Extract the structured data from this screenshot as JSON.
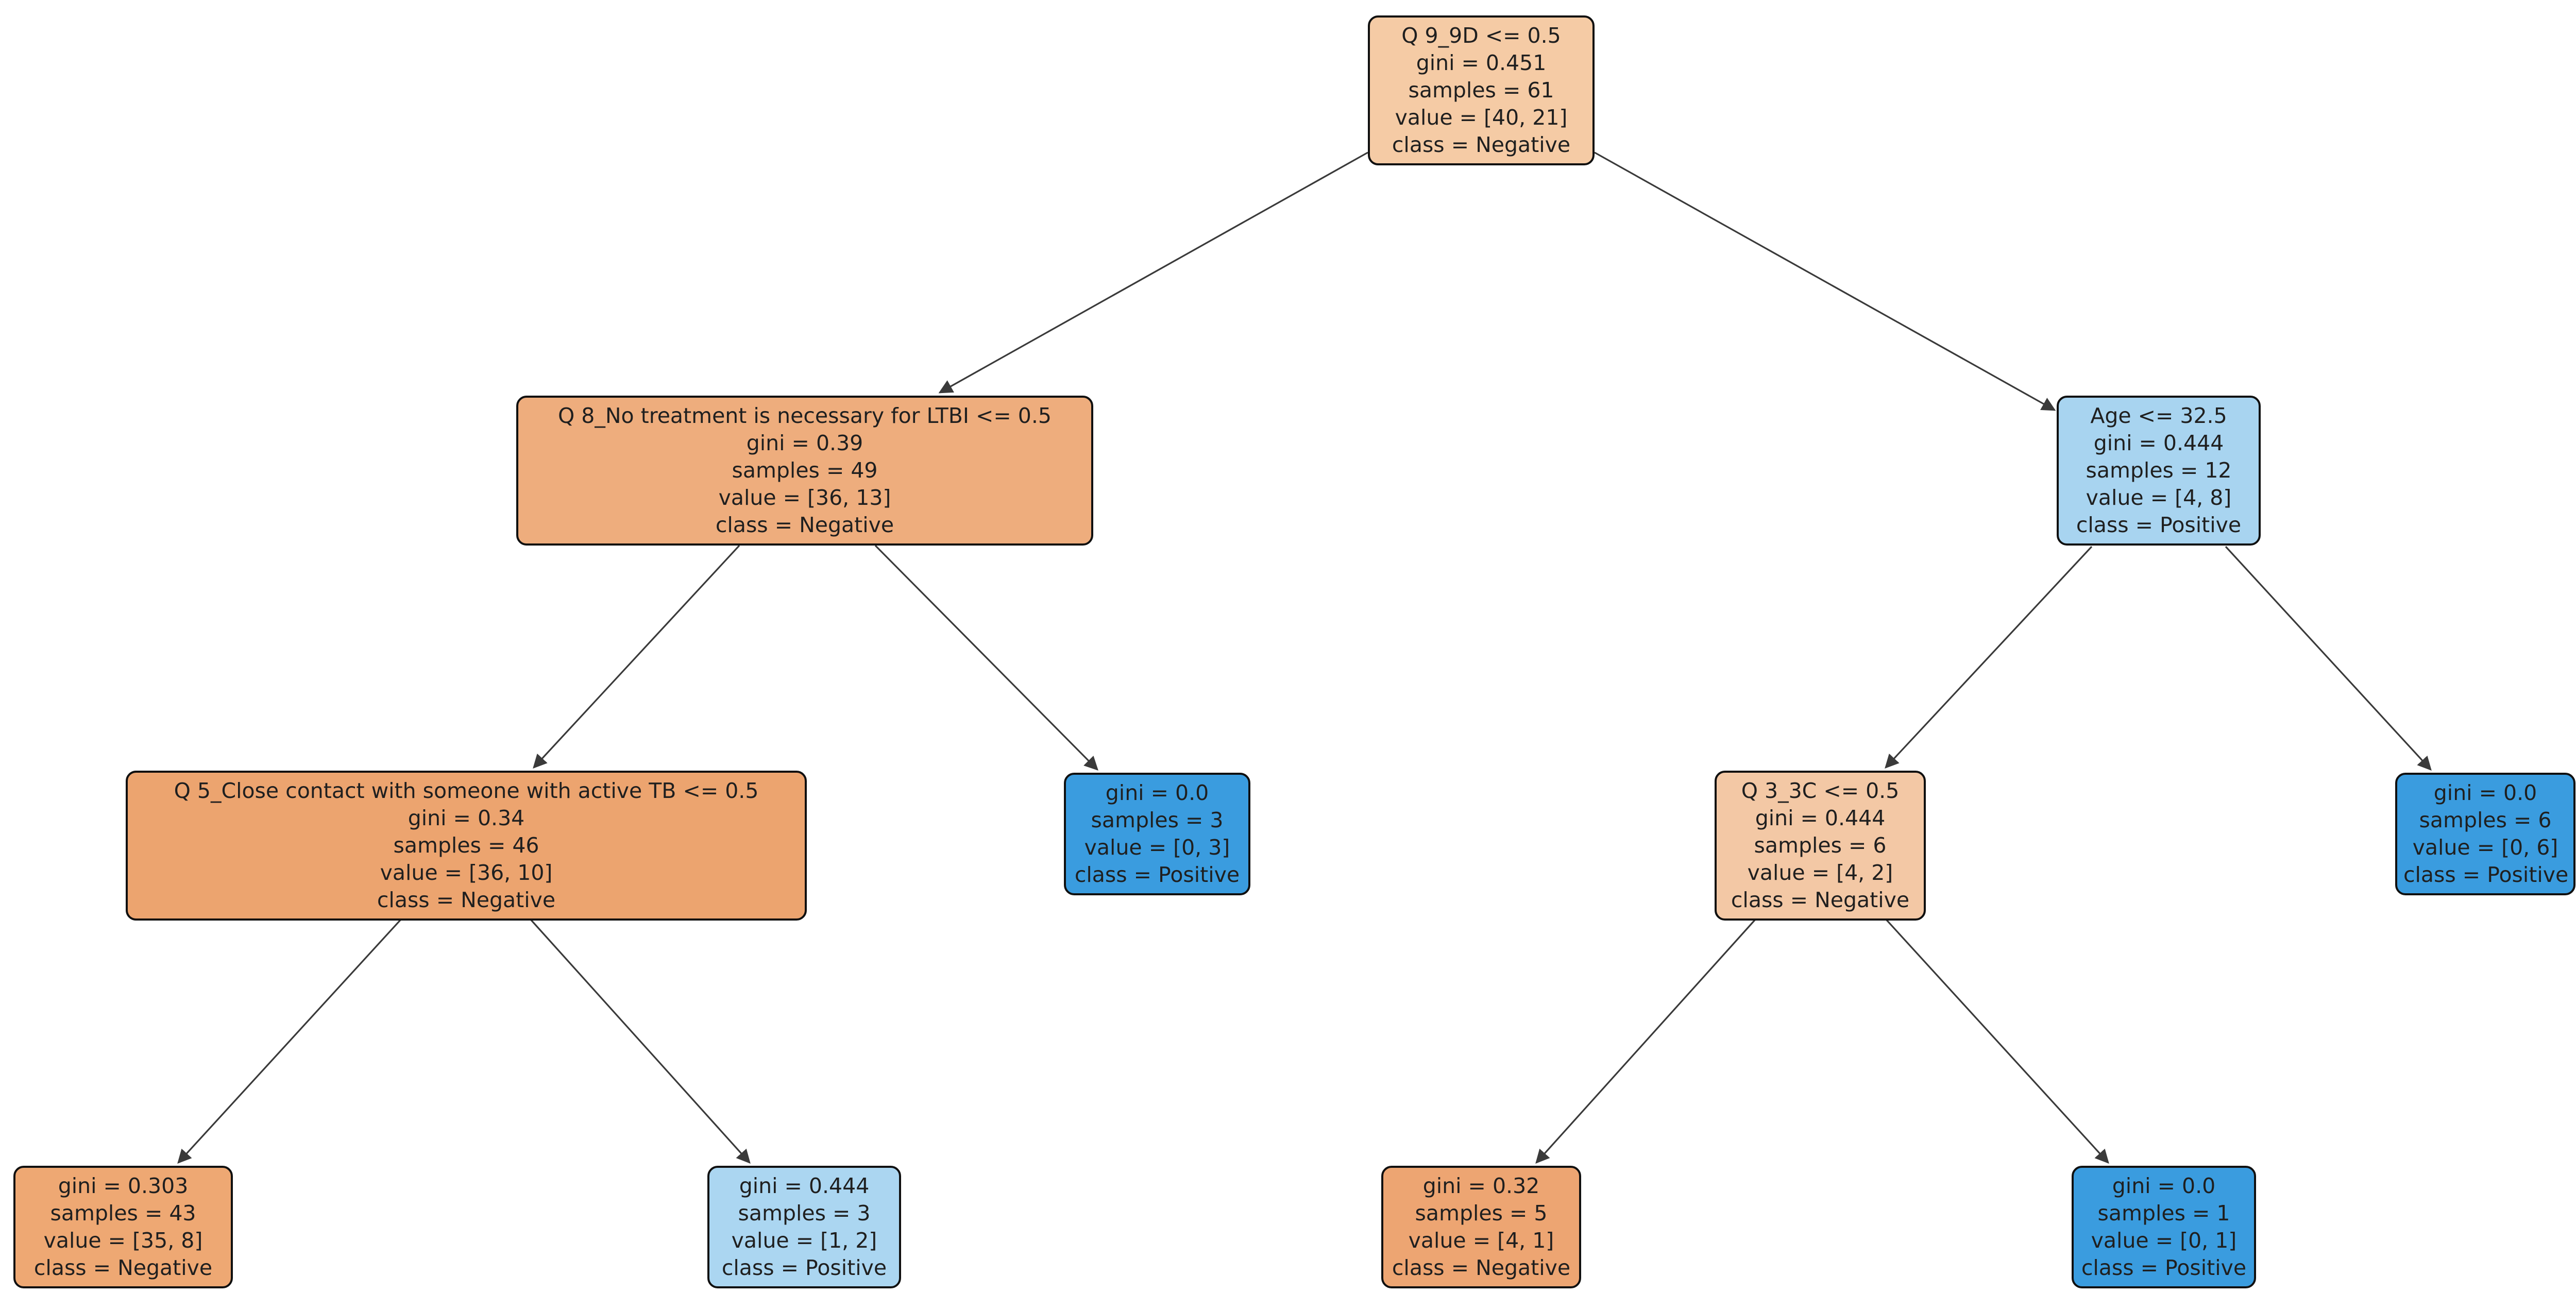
{
  "figure": {
    "type": "decision-tree-plot",
    "classes": [
      "Negative",
      "Positive"
    ],
    "criterion": "gini",
    "colors": {
      "negative_base": "#e58139",
      "positive_base": "#399de5",
      "edge": "#3a3a3a",
      "node_border": "#101010",
      "background": "#ffffff"
    }
  },
  "nodes": [
    {
      "id": "root",
      "condition": "Q 9_9D <= 0.5",
      "gini": "gini = 0.451",
      "samples": "samples = 61",
      "value": "value = [40, 21]",
      "class": "class = Negative",
      "fill": "#f5cba5"
    },
    {
      "id": "L",
      "condition": "Q 8_No treatment is necessary for LTBI <= 0.5",
      "gini": "gini = 0.39",
      "samples": "samples = 49",
      "value": "value = [36, 13]",
      "class": "class = Negative",
      "fill": "#eead7d"
    },
    {
      "id": "R",
      "condition": "Age <= 32.5",
      "gini": "gini = 0.444",
      "samples": "samples = 12",
      "value": "value = [4, 8]",
      "class": "class = Positive",
      "fill": "#a8d4f0"
    },
    {
      "id": "LL",
      "condition": "Q 5_Close contact with someone with active TB <= 0.5",
      "gini": "gini = 0.34",
      "samples": "samples = 46",
      "value": "value = [36, 10]",
      "class": "class = Negative",
      "fill": "#eca46f"
    },
    {
      "id": "LR",
      "gini": "gini = 0.0",
      "samples": "samples = 3",
      "value": "value = [0, 3]",
      "class": "class = Positive",
      "fill": "#3a9cdf"
    },
    {
      "id": "RL",
      "condition": "Q 3_3C <= 0.5",
      "gini": "gini = 0.444",
      "samples": "samples = 6",
      "value": "value = [4, 2]",
      "class": "class = Negative",
      "fill": "#f3c8a5"
    },
    {
      "id": "RR",
      "gini": "gini = 0.0",
      "samples": "samples = 6",
      "value": "value = [0, 6]",
      "class": "class = Positive",
      "fill": "#3a9cdf"
    },
    {
      "id": "LLL",
      "gini": "gini = 0.303",
      "samples": "samples = 43",
      "value": "value = [35, 8]",
      "class": "class = Negative",
      "fill": "#eea873"
    },
    {
      "id": "LLR",
      "gini": "gini = 0.444",
      "samples": "samples = 3",
      "value": "value = [1, 2]",
      "class": "class = Positive",
      "fill": "#abd6f1"
    },
    {
      "id": "RLL",
      "gini": "gini = 0.32",
      "samples": "samples = 5",
      "value": "value = [4, 1]",
      "class": "class = Negative",
      "fill": "#eda572"
    },
    {
      "id": "RLR",
      "gini": "gini = 0.0",
      "samples": "samples = 1",
      "value": "value = [0, 1]",
      "class": "class = Positive",
      "fill": "#3a9cdf"
    }
  ]
}
